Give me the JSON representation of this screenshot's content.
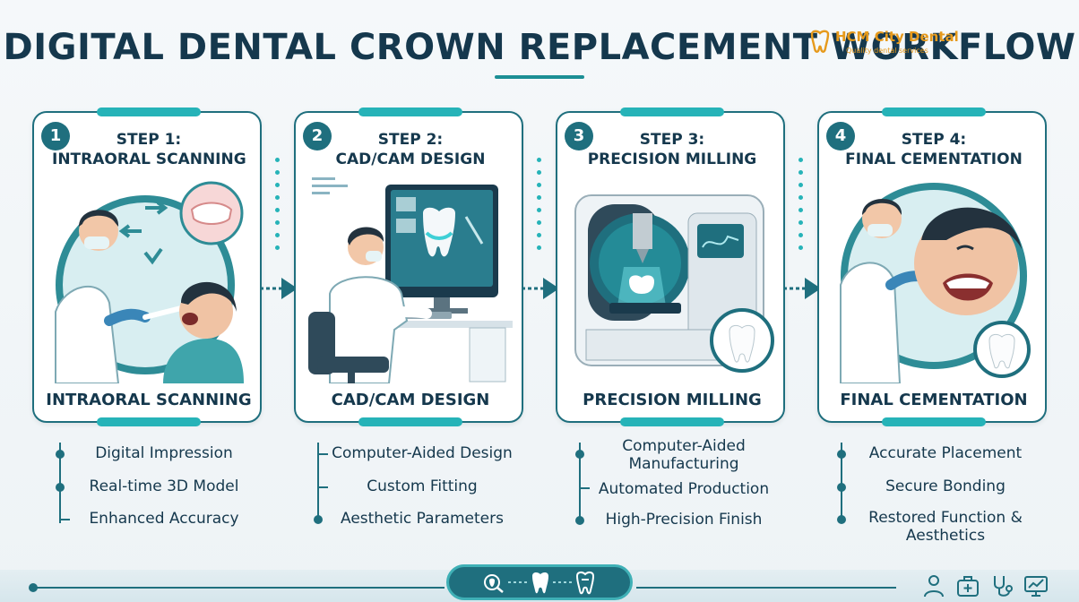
{
  "title": "DIGITAL DENTAL CROWN REPLACEMENT WORKFLOW",
  "logo": {
    "name": "HCM City Dental",
    "tagline": "Quality dental services"
  },
  "steps": [
    {
      "number": "1",
      "step": "STEP 1:",
      "heading": "INTRAORAL SCANNING",
      "footer": "INTRAORAL SCANNING",
      "features": [
        "Digital Impression",
        "Real-time 3D Model",
        "Enhanced Accuracy"
      ]
    },
    {
      "number": "2",
      "step": "STEP 2:",
      "heading": "CAD/CAM DESIGN",
      "footer": "CAD/CAM DESIGN",
      "features": [
        "Computer-Aided Design",
        "Custom Fitting",
        "Aesthetic Parameters"
      ]
    },
    {
      "number": "3",
      "step": "STEP 3:",
      "heading": "PRECISION MILLING",
      "footer": "PRECISION MILLING",
      "features": [
        "Computer-Aided Manufacturing",
        "Automated Production",
        "High-Precision Finish"
      ]
    },
    {
      "number": "4",
      "step": "STEP 4:",
      "heading": "FINAL CEMENTATION",
      "footer": "FINAL CEMENTATION",
      "features": [
        "Accurate Placement",
        "Secure Bonding",
        "Restored Function & Aesthetics"
      ]
    }
  ],
  "icons": {
    "arrow": "arrow-right-icon",
    "bottom_pill": [
      "scan-tooth-icon",
      "tooth-icon",
      "crown-tooth-icon"
    ],
    "footer": [
      "dentist-icon",
      "medical-kit-icon",
      "stethoscope-icon",
      "monitor-chart-icon"
    ]
  },
  "colors": {
    "primary": "#1f6f7e",
    "accent": "#26b3b8",
    "title": "#15384d",
    "logo": "#e69a1c"
  }
}
